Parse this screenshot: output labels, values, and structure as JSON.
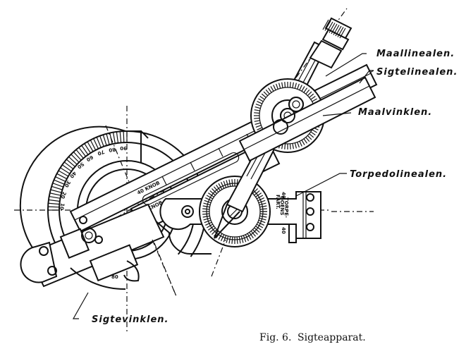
{
  "figure": {
    "caption_number": "Fig. 6.",
    "caption_title": "Sigteapparat."
  },
  "labels": {
    "maallinealen": "Maallinealen.",
    "sigtelinealen": "Sigtelinealen.",
    "maalvinklen": "Maalvinklen.",
    "torpedolinealen": "Torpedolinealen.",
    "sigtevinklen": "Sigtevinklen."
  },
  "engravings": {
    "knob_40": "40 KNOB",
    "knob_35": "35 KNOB",
    "torpedo_speed_top": "40",
    "torpedo_speed_label_1": "TORPE-",
    "torpedo_speed_label_2": "DOENS",
    "torpedo_speed_label_3": "FART.",
    "torpedo_speed_bottom": "40"
  },
  "scales": {
    "large_arc_ticks": [
      "90",
      "80",
      "70",
      "60",
      "50",
      "40",
      "30",
      "20",
      "10"
    ],
    "lower_arc_tick": "80"
  }
}
